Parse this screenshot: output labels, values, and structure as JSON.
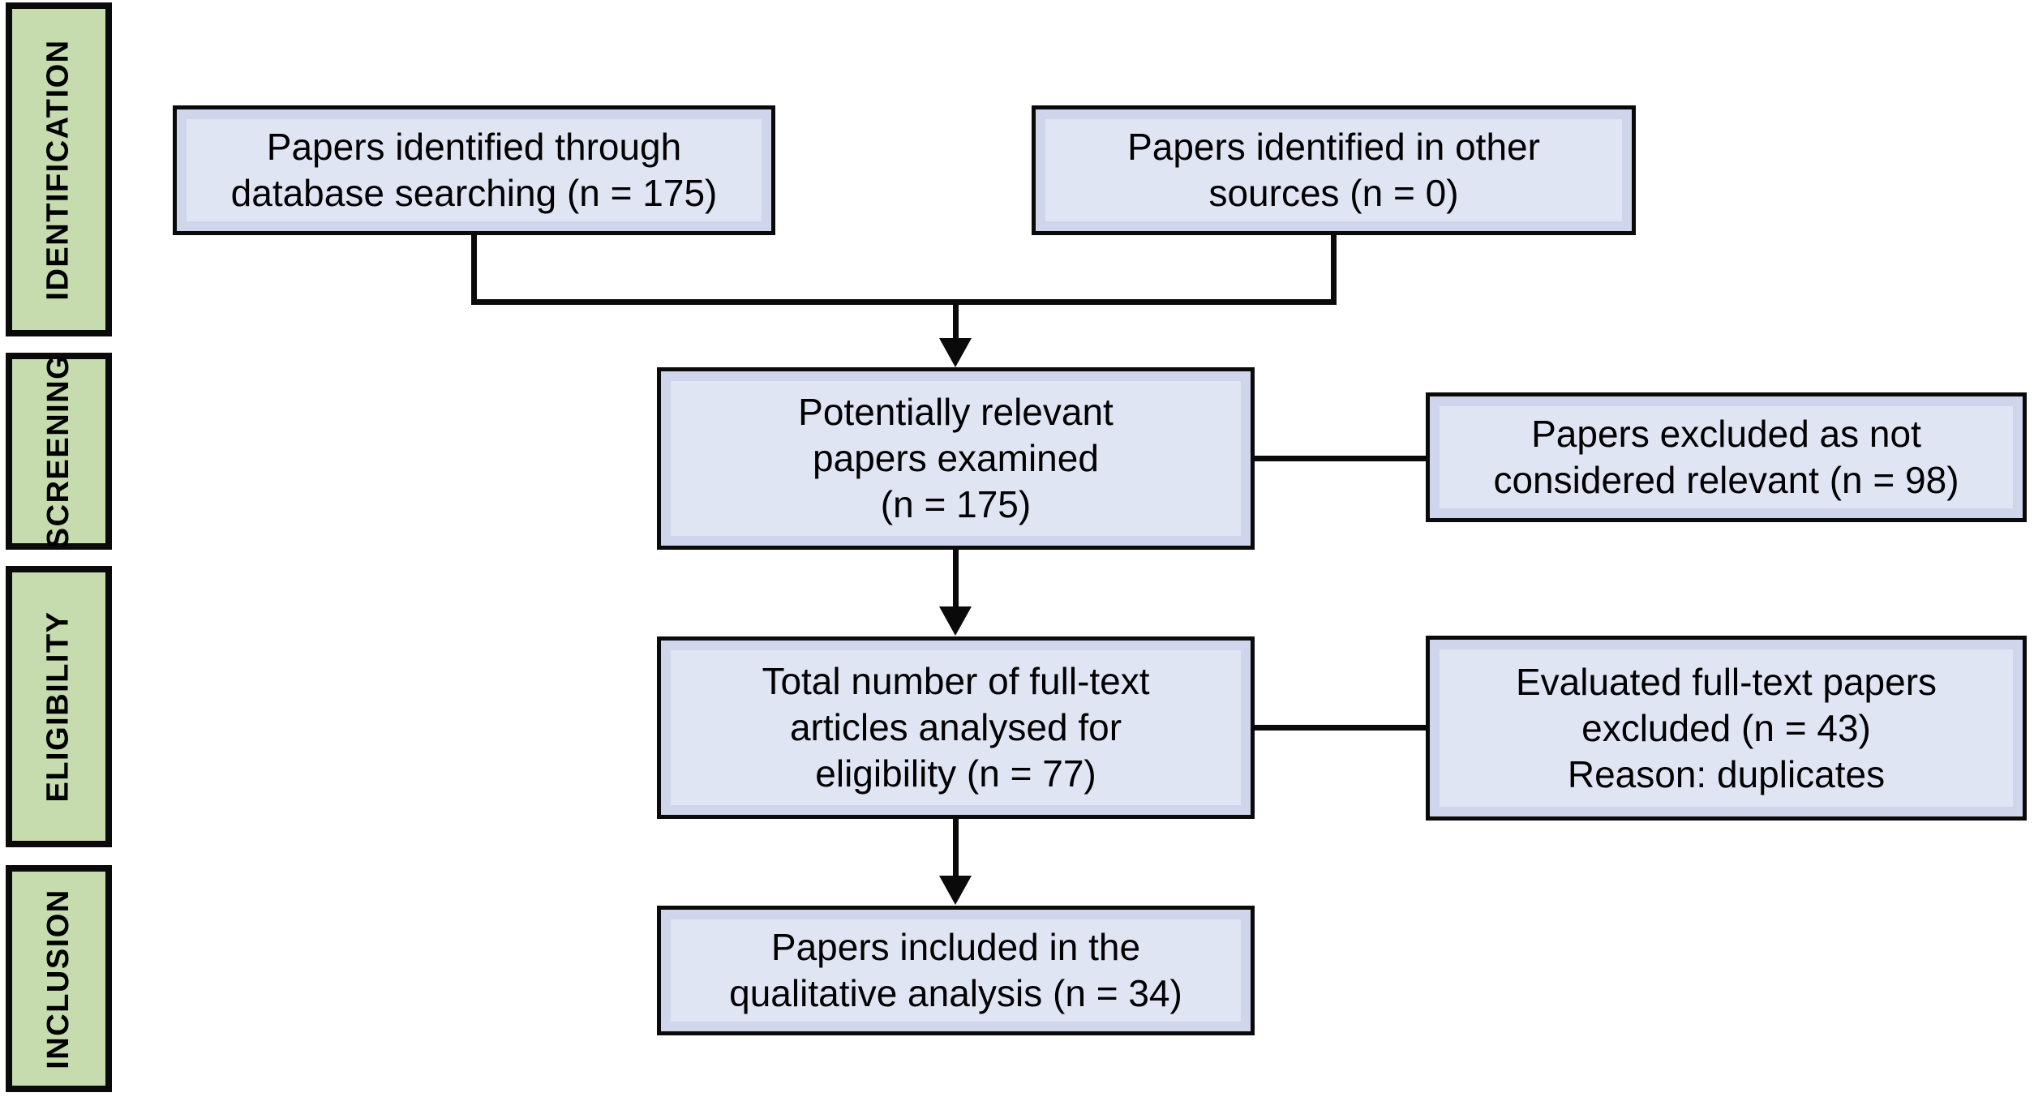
{
  "diagram_title": "PRISMA-style paper selection flow diagram",
  "stages": [
    {
      "label": "IDENTIFICATION"
    },
    {
      "label": "SCREENING"
    },
    {
      "label": "ELIGIBILITY"
    },
    {
      "label": "INCLUSION"
    }
  ],
  "flow": {
    "db_search": {
      "lines": [
        "Papers identified through",
        "database searching (n = 175)"
      ]
    },
    "other_sources": {
      "lines": [
        "Papers identified in other",
        "sources (n = 0)"
      ]
    },
    "examined": {
      "lines": [
        "Potentially relevant",
        "papers examined",
        "(n = 175)"
      ]
    },
    "excluded_screening": {
      "lines": [
        "Papers excluded as not",
        "considered relevant (n = 98)"
      ]
    },
    "fulltext": {
      "lines": [
        "Total number of full-text",
        "articles analysed for",
        "eligibility (n = 77)"
      ]
    },
    "excluded_fulltext": {
      "lines": [
        "Evaluated full-text papers",
        "excluded (n = 43)",
        "Reason: duplicates"
      ]
    },
    "included": {
      "lines": [
        "Papers included in the",
        "qualitative analysis (n = 34)"
      ]
    }
  },
  "counts": {
    "identified_database": 175,
    "identified_other": 0,
    "examined": 175,
    "excluded_not_relevant": 98,
    "fulltext_analysed": 77,
    "fulltext_excluded": 43,
    "included_qualitative": 34
  },
  "colors": {
    "stage_fill": "#c6dbae",
    "flow_box_fill": "#e0e5f4",
    "flow_box_inner_ring": "#cfd6eb",
    "border_and_lines": "#0a0a0a",
    "background": "#ffffff",
    "text": "#000000"
  }
}
